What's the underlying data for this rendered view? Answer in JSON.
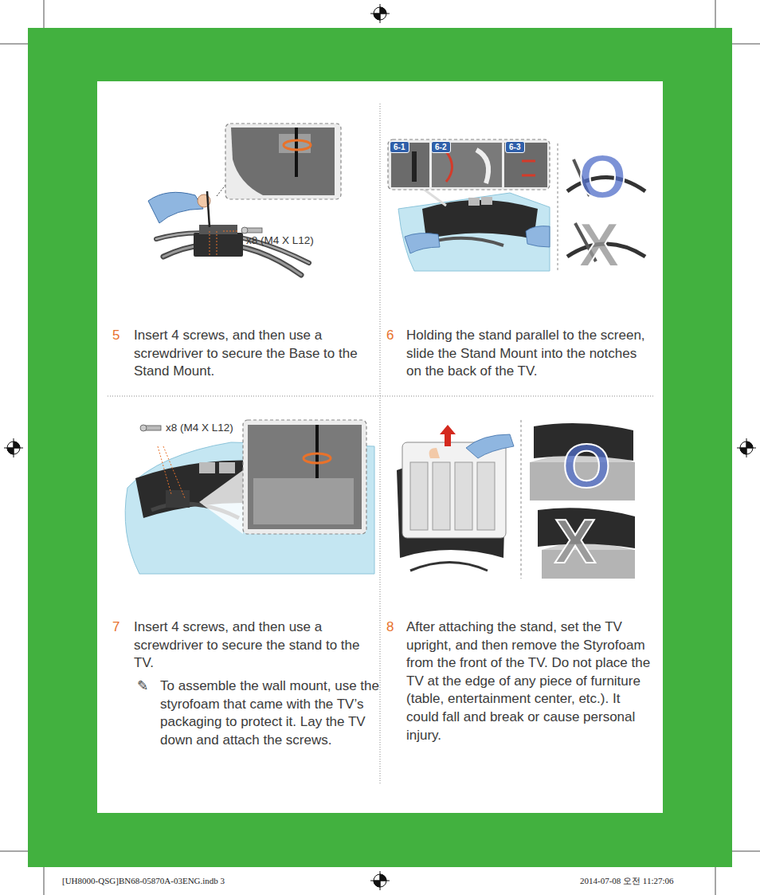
{
  "diagram": {
    "nodes": [
      {
        "text": [
          "6-1"
        ]
      },
      {
        "text": [
          "6-2"
        ]
      },
      {
        "text": [
          "6-3"
        ]
      }
    ],
    "labels": [
      "x8 (M4 X L12)",
      "5",
      "Insert 4 screws, and then use a screwdriver to secure the Base to the Stand Mount.",
      "O",
      "X",
      "6",
      "Holding the stand parallel to the screen, slide the Stand Mount into the notches on the back of the TV.",
      "x8 (M4 X L12)",
      "7",
      "Insert 4 screws, and then use a screwdriver to secure the stand to the TV.",
      "✎",
      "To assemble the wall mount, use the styrofoam that came with the TV’s packaging to protect it. Lay the TV down and attach the screws.",
      "O",
      "X",
      "8",
      "After attaching the stand, set the TV upright, and then remove the Styrofoam from the front of the TV. Do not place the TV at the edge of any piece of furniture (table, entertainment center, etc.). It could fall and break or cause personal injury.",
      "[UH8000-QSG]BN68-05870A-03ENG.indb   3",
      "2014-07-08   오전 11:27:06"
    ]
  }
}
